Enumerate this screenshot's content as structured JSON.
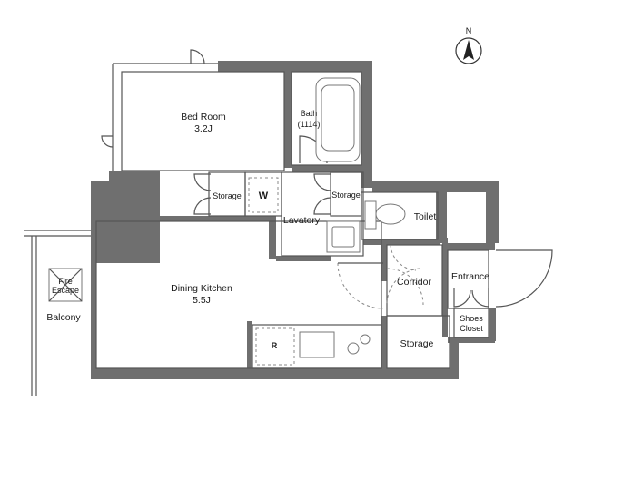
{
  "compass": {
    "letter": "N"
  },
  "rooms": {
    "bedroom": {
      "name": "Bed Room",
      "size": "3.2J"
    },
    "bath": {
      "name": "Bath",
      "size": "(1114)"
    },
    "storage_left": "Storage",
    "storage_mid": "Storage",
    "washer_mark": "W",
    "lavatory": "Lavatory",
    "toilet": "Toilet",
    "dining_kitchen": {
      "name": "Dining Kitchen",
      "size": "5.5J"
    },
    "fire_escape": {
      "line1": "Fire",
      "line2": "Escape"
    },
    "balcony": "Balcony",
    "corridor": "Corridor",
    "entrance": "Entrance",
    "shoes_closet": {
      "line1": "Shoes",
      "line2": "Closet"
    },
    "storage_bottom": "Storage",
    "fridge_mark": "R"
  }
}
